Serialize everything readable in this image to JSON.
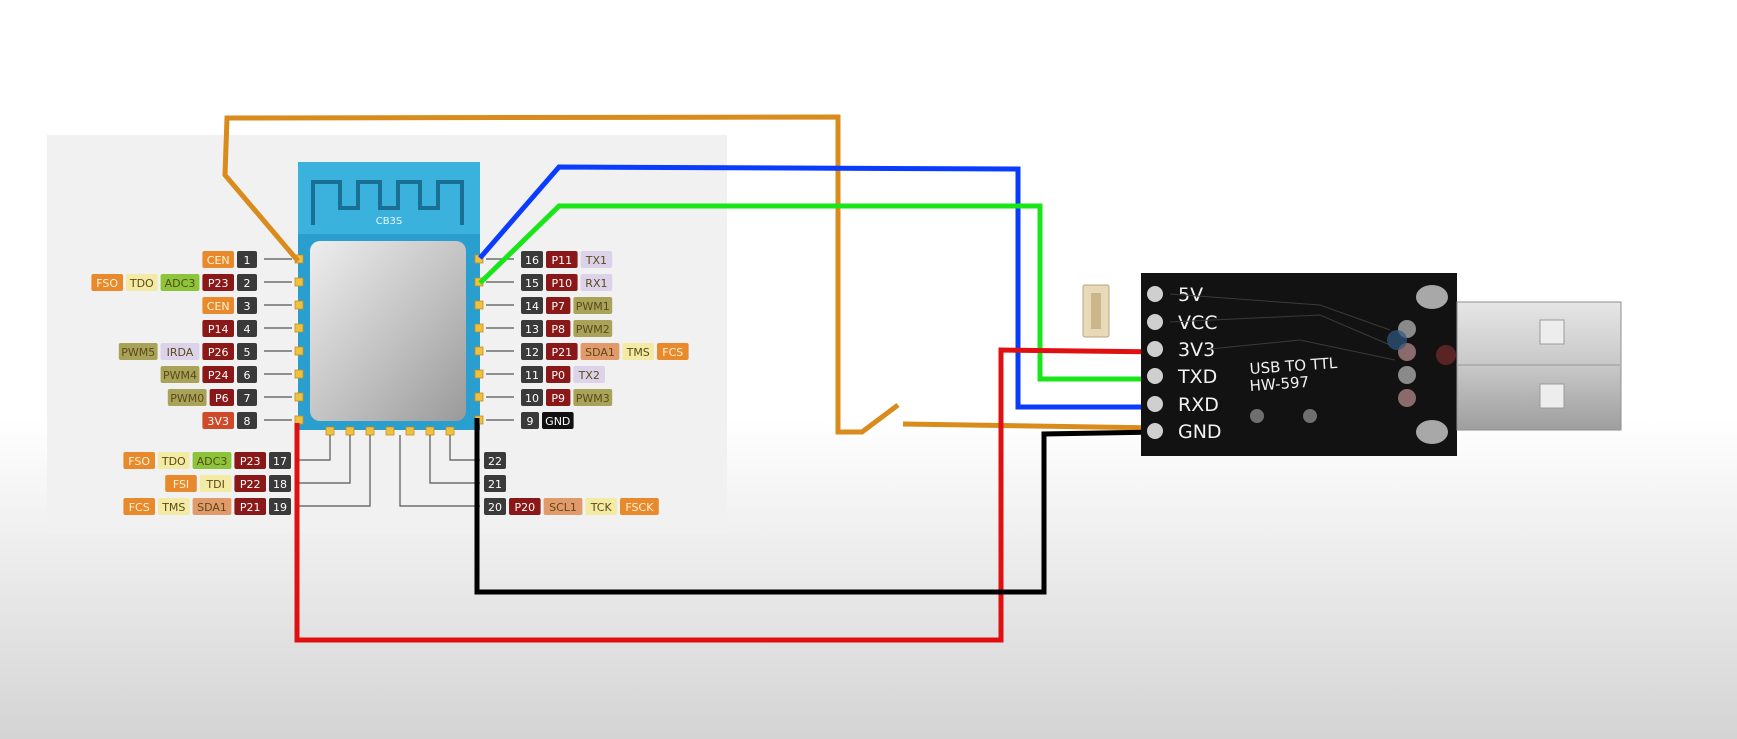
{
  "module": {
    "chip_label": "CB3S",
    "left_pins": [
      {
        "num": "1",
        "tags": [
          {
            "t": "CEN",
            "c": "orange"
          }
        ]
      },
      {
        "num": "2",
        "tags": [
          {
            "t": "FSO",
            "c": "orange"
          },
          {
            "t": "TDO",
            "c": "yellow"
          },
          {
            "t": "ADC3",
            "c": "green"
          },
          {
            "t": "P23",
            "c": "red"
          }
        ]
      },
      {
        "num": "3",
        "tags": [
          {
            "t": "CEN",
            "c": "orange"
          }
        ]
      },
      {
        "num": "4",
        "tags": [
          {
            "t": "P14",
            "c": "red"
          }
        ]
      },
      {
        "num": "5",
        "tags": [
          {
            "t": "PWM5",
            "c": "olive"
          },
          {
            "t": "IRDA",
            "c": "lilac"
          },
          {
            "t": "P26",
            "c": "red"
          }
        ]
      },
      {
        "num": "6",
        "tags": [
          {
            "t": "PWM4",
            "c": "olive"
          },
          {
            "t": "P24",
            "c": "red"
          }
        ]
      },
      {
        "num": "7",
        "tags": [
          {
            "t": "PWM0",
            "c": "olive"
          },
          {
            "t": "P6",
            "c": "red"
          }
        ]
      },
      {
        "num": "8",
        "tags": [
          {
            "t": "3V3",
            "c": "vcc"
          }
        ]
      }
    ],
    "right_pins": [
      {
        "num": "16",
        "tags": [
          {
            "t": "P11",
            "c": "red"
          },
          {
            "t": "TX1",
            "c": "lilac"
          }
        ]
      },
      {
        "num": "15",
        "tags": [
          {
            "t": "P10",
            "c": "red"
          },
          {
            "t": "RX1",
            "c": "lilac"
          }
        ]
      },
      {
        "num": "14",
        "tags": [
          {
            "t": "P7",
            "c": "red"
          },
          {
            "t": "PWM1",
            "c": "olive"
          }
        ]
      },
      {
        "num": "13",
        "tags": [
          {
            "t": "P8",
            "c": "red"
          },
          {
            "t": "PWM2",
            "c": "olive"
          }
        ]
      },
      {
        "num": "12",
        "tags": [
          {
            "t": "P21",
            "c": "red"
          },
          {
            "t": "SDA1",
            "c": "salmon"
          },
          {
            "t": "TMS",
            "c": "yellow"
          },
          {
            "t": "FCS",
            "c": "orange"
          }
        ]
      },
      {
        "num": "11",
        "tags": [
          {
            "t": "P0",
            "c": "red"
          },
          {
            "t": "TX2",
            "c": "lilac"
          }
        ]
      },
      {
        "num": "10",
        "tags": [
          {
            "t": "P9",
            "c": "red"
          },
          {
            "t": "PWM3",
            "c": "olive"
          }
        ]
      },
      {
        "num": "9",
        "tags": [
          {
            "t": "GND",
            "c": "black"
          }
        ]
      }
    ],
    "bottom_left_pins": [
      {
        "num": "17",
        "tags": [
          {
            "t": "FSO",
            "c": "orange"
          },
          {
            "t": "TDO",
            "c": "yellow"
          },
          {
            "t": "ADC3",
            "c": "green"
          },
          {
            "t": "P23",
            "c": "red"
          }
        ]
      },
      {
        "num": "18",
        "tags": [
          {
            "t": "FSI",
            "c": "orange"
          },
          {
            "t": "TDI",
            "c": "yellow"
          },
          {
            "t": "P22",
            "c": "red"
          }
        ]
      },
      {
        "num": "19",
        "tags": [
          {
            "t": "FCS",
            "c": "orange"
          },
          {
            "t": "TMS",
            "c": "yellow"
          },
          {
            "t": "SDA1",
            "c": "salmon"
          },
          {
            "t": "P21",
            "c": "red"
          }
        ]
      }
    ],
    "bottom_right_pins": [
      {
        "num": "22",
        "tags": []
      },
      {
        "num": "21",
        "tags": []
      },
      {
        "num": "20",
        "tags": [
          {
            "t": "P20",
            "c": "red"
          },
          {
            "t": "SCL1",
            "c": "salmon"
          },
          {
            "t": "TCK",
            "c": "yellow"
          },
          {
            "t": "FSCK",
            "c": "orange"
          }
        ]
      }
    ]
  },
  "adapter": {
    "pins": [
      "5V",
      "VCC",
      "3V3",
      "TXD",
      "RXD",
      "GND"
    ],
    "board_label_line1": "USB TO TTL",
    "board_label_line2": "HW-597"
  },
  "wire_colors": {
    "orange": "#d98b1c",
    "blue": "#0a3cff",
    "green": "#19e619",
    "red": "#e01010",
    "black": "#000000"
  },
  "tag_colors": {
    "orange": "#e88a2c",
    "yellow": "#f3eaa4",
    "green": "#8cc43a",
    "red": "#8b1818",
    "olive": "#a9a35a",
    "lilac": "#dcd3ea",
    "salmon": "#e39a6a",
    "vcc": "#cf4a28",
    "black": "#111111"
  }
}
